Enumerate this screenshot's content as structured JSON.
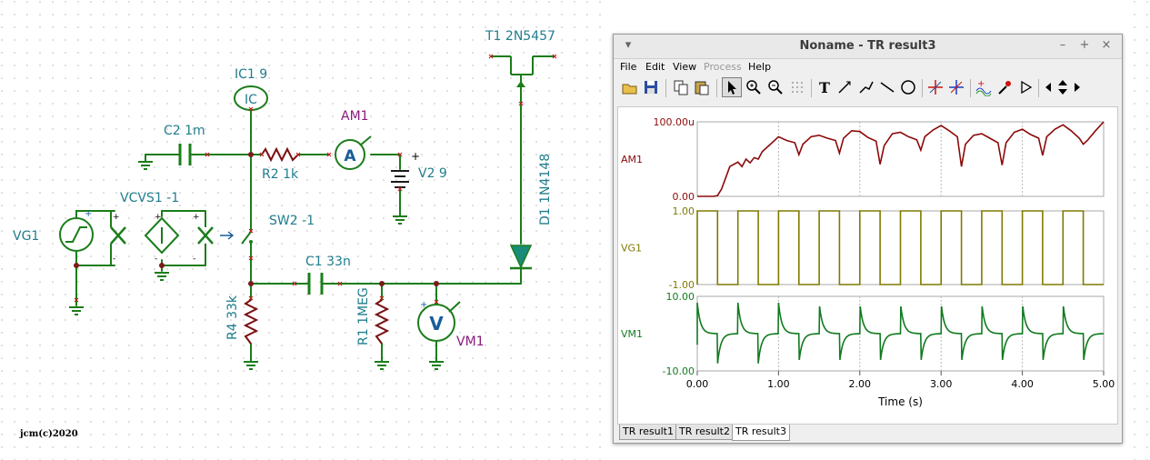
{
  "schematic": {
    "credit": "jcm(c)2020",
    "components": {
      "ic1": "IC1 9",
      "ic_marker": "IC",
      "c2": "C2 1m",
      "r2": "R2 1k",
      "am1": "AM1",
      "ammeter_symbol": "A",
      "v2": "V2 9",
      "vcvs1": "VCVS1 -1",
      "vg1": "VG1",
      "sw2": "SW2 -1",
      "c1": "C1 33n",
      "r4": "R4 33k",
      "r1": "R1 1MEG",
      "vm1": "VM1",
      "voltmeter_symbol": "V",
      "t1": "T1 2N5457",
      "d1": "D1 1N4148"
    }
  },
  "window": {
    "title": "Noname - TR result3",
    "controls": {
      "menu": "▾",
      "minimize": "–",
      "maximize": "+",
      "close": "×"
    },
    "menu": [
      "File",
      "Edit",
      "View",
      "Process",
      "Help"
    ],
    "menu_disabled": [
      "Process"
    ],
    "toolbar_icons": [
      "open-folder-icon",
      "save-icon",
      "copy-icon",
      "paste-icon",
      "pointer-icon",
      "zoom-in-icon",
      "zoom-fit-icon",
      "grid-icon",
      "text-tool-icon",
      "annotate-icon",
      "line-annotate-icon",
      "draw-line-icon",
      "draw-circle-icon",
      "cursor-a-icon",
      "cursor-b-icon",
      "add-trace-icon",
      "probe-icon",
      "play-icon",
      "scroll-left-icon",
      "scroll-updown-icon",
      "scroll-right-icon"
    ],
    "tabs": [
      "TR result1",
      "TR result2",
      "TR result3"
    ],
    "active_tab": 2
  },
  "chart_data": [
    {
      "type": "line",
      "series": [
        {
          "name": "AM1",
          "color": "#8b0a0a",
          "x": [
            0,
            0.1,
            0.2,
            0.25,
            0.3,
            0.4,
            0.5,
            0.55,
            0.6,
            0.65,
            0.7,
            0.75,
            0.8,
            0.9,
            1.0,
            1.1,
            1.2,
            1.25,
            1.3,
            1.4,
            1.5,
            1.6,
            1.7,
            1.75,
            1.8,
            1.9,
            2.0,
            2.1,
            2.2,
            2.25,
            2.3,
            2.4,
            2.5,
            2.6,
            2.7,
            2.75,
            2.8,
            2.9,
            3.0,
            3.1,
            3.2,
            3.25,
            3.3,
            3.4,
            3.5,
            3.6,
            3.7,
            3.75,
            3.8,
            3.9,
            4.0,
            4.1,
            4.2,
            4.25,
            4.3,
            4.4,
            4.5,
            4.6,
            4.7,
            4.75,
            4.8,
            4.9,
            5.0
          ],
          "y": [
            0,
            0,
            0,
            1,
            10,
            40,
            46,
            40,
            50,
            45,
            52,
            50,
            60,
            70,
            80,
            75,
            72,
            56,
            70,
            80,
            82,
            78,
            75,
            58,
            78,
            88,
            87,
            79,
            74,
            43,
            68,
            84,
            86,
            80,
            76,
            62,
            80,
            89,
            95,
            88,
            80,
            40,
            70,
            82,
            84,
            78,
            72,
            42,
            72,
            86,
            90,
            83,
            78,
            55,
            80,
            90,
            96,
            88,
            78,
            70,
            75,
            88,
            100
          ]
        }
      ],
      "ylabel": "AM1",
      "yticks": [
        "0.00",
        "100.00u"
      ],
      "ylim": [
        0,
        100
      ]
    },
    {
      "type": "line",
      "series": [
        {
          "name": "VG1",
          "color": "#7f7a00",
          "period": 0.5,
          "high": 1,
          "low": -1
        }
      ],
      "ylabel": "VG1",
      "yticks": [
        "-1.00",
        "1.00"
      ],
      "ylim": [
        -1,
        1
      ]
    },
    {
      "type": "line",
      "series": [
        {
          "name": "VM1",
          "color": "#117a1f",
          "period": 0.5,
          "spike_peak": 8.3,
          "spike_trough": -8.0,
          "tau": 0.04
        }
      ],
      "ylabel": "VM1",
      "yticks": [
        "-10.00",
        "10.00"
      ],
      "ylim": [
        -10,
        10
      ]
    }
  ],
  "time_axis": {
    "label": "Time (s)",
    "ticks": [
      "0.00",
      "1.00",
      "2.00",
      "3.00",
      "4.00",
      "5.00"
    ],
    "xlim": [
      0,
      5
    ]
  }
}
